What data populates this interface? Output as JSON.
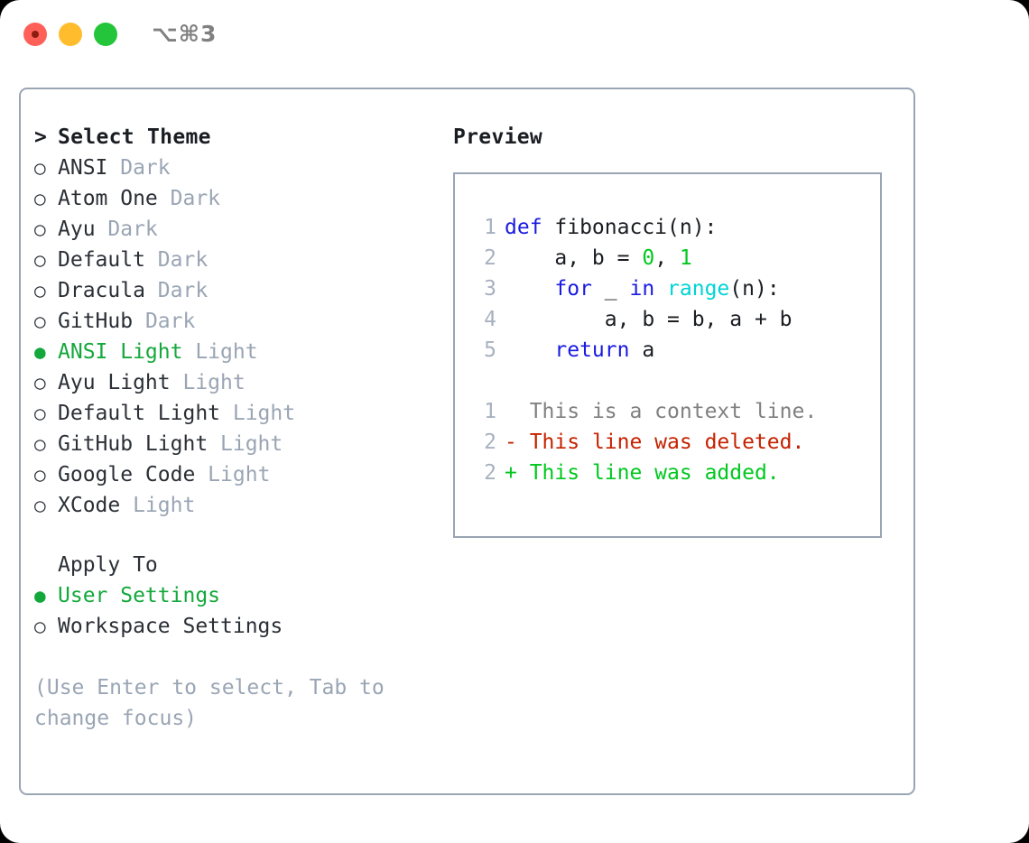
{
  "window": {
    "shortcut": "⌥⌘3",
    "traffic_lights": [
      "close",
      "minimize",
      "maximize"
    ],
    "colors": {
      "close": "#ff6058",
      "minimize": "#ffbd2e",
      "maximize": "#24c53a",
      "border": "#9aa5b4",
      "accent_green": "#14a83c",
      "muted": "#9aa5b4"
    }
  },
  "theme_panel": {
    "title": "Select Theme",
    "prompt": ">",
    "bullet_selected": "●",
    "bullet_unselected": "○",
    "items": [
      {
        "name": "ANSI",
        "variant": "Dark",
        "selected": false
      },
      {
        "name": "Atom One",
        "variant": "Dark",
        "selected": false
      },
      {
        "name": "Ayu",
        "variant": "Dark",
        "selected": false
      },
      {
        "name": "Default",
        "variant": "Dark",
        "selected": false
      },
      {
        "name": "Dracula",
        "variant": "Dark",
        "selected": false
      },
      {
        "name": "GitHub",
        "variant": "Dark",
        "selected": false
      },
      {
        "name": "ANSI Light",
        "variant": "Light",
        "selected": true
      },
      {
        "name": "Ayu Light",
        "variant": "Light",
        "selected": false
      },
      {
        "name": "Default Light",
        "variant": "Light",
        "selected": false
      },
      {
        "name": "GitHub Light",
        "variant": "Light",
        "selected": false
      },
      {
        "name": "Google Code",
        "variant": "Light",
        "selected": false
      },
      {
        "name": "XCode",
        "variant": "Light",
        "selected": false
      }
    ]
  },
  "apply_to": {
    "label": "Apply To",
    "options": [
      {
        "label": "User Settings",
        "selected": true
      },
      {
        "label": "Workspace Settings",
        "selected": false
      }
    ]
  },
  "help_text": "(Use Enter to select, Tab to change focus)",
  "preview": {
    "title": "Preview",
    "code_lines": [
      {
        "n": "1",
        "tokens": [
          {
            "t": "def",
            "c": "kw"
          },
          {
            "t": " fibonacci(n):",
            "c": ""
          }
        ]
      },
      {
        "n": "2",
        "tokens": [
          {
            "t": "    a, b = ",
            "c": ""
          },
          {
            "t": "0",
            "c": "num"
          },
          {
            "t": ", ",
            "c": ""
          },
          {
            "t": "1",
            "c": "num"
          }
        ]
      },
      {
        "n": "3",
        "tokens": [
          {
            "t": "    ",
            "c": ""
          },
          {
            "t": "for",
            "c": "kw"
          },
          {
            "t": " _ ",
            "c": ""
          },
          {
            "t": "in",
            "c": "kw"
          },
          {
            "t": " ",
            "c": ""
          },
          {
            "t": "range",
            "c": "fn"
          },
          {
            "t": "(n):",
            "c": ""
          }
        ]
      },
      {
        "n": "4",
        "tokens": [
          {
            "t": "        a, b = b, a + b",
            "c": ""
          }
        ]
      },
      {
        "n": "5",
        "tokens": [
          {
            "t": "    ",
            "c": ""
          },
          {
            "t": "return",
            "c": "kw"
          },
          {
            "t": " a",
            "c": ""
          }
        ]
      }
    ],
    "diff_lines": [
      {
        "n": "1",
        "sign": " ",
        "text": " This is a context line.",
        "kind": "ctx"
      },
      {
        "n": "2",
        "sign": "-",
        "text": " This line was deleted.",
        "kind": "del"
      },
      {
        "n": "2",
        "sign": "+",
        "text": " This line was added.",
        "kind": "add"
      }
    ]
  }
}
